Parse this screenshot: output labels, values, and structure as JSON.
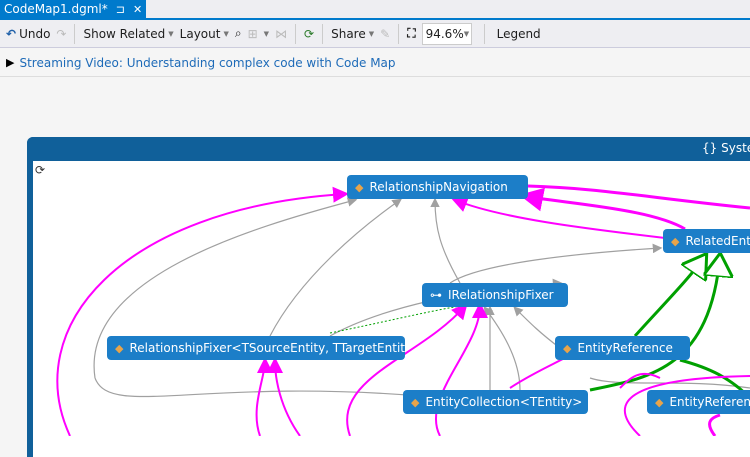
{
  "tab": {
    "title": "CodeMap1.dgml*",
    "pin": "⊐",
    "close": "✕"
  },
  "toolbar": {
    "undo": "Undo",
    "show_related": "Show Related",
    "layout": "Layout",
    "share": "Share",
    "zoom": "94.6%",
    "legend": "Legend"
  },
  "infobar": {
    "link": "Streaming Video: Understanding complex code with Code Map"
  },
  "group": {
    "title": "System"
  },
  "nodes": {
    "relationship_navigation": "RelationshipNavigation",
    "related_entity": "RelatedEntity",
    "irelationship_fixer": "IRelationshipFixer",
    "relationship_fixer": "RelationshipFixer<TSourceEntity, TTargetEntity>",
    "entity_reference": "EntityReference",
    "entity_collection": "EntityCollection<TEntity>",
    "entity_reference_t": "EntityReference"
  },
  "colors": {
    "accent": "#007acc",
    "group": "#10609a",
    "node": "#1c7ec8",
    "edge_call": "#ff00ff",
    "edge_inherit": "#00a000",
    "edge_ref": "#a0a0a0"
  }
}
